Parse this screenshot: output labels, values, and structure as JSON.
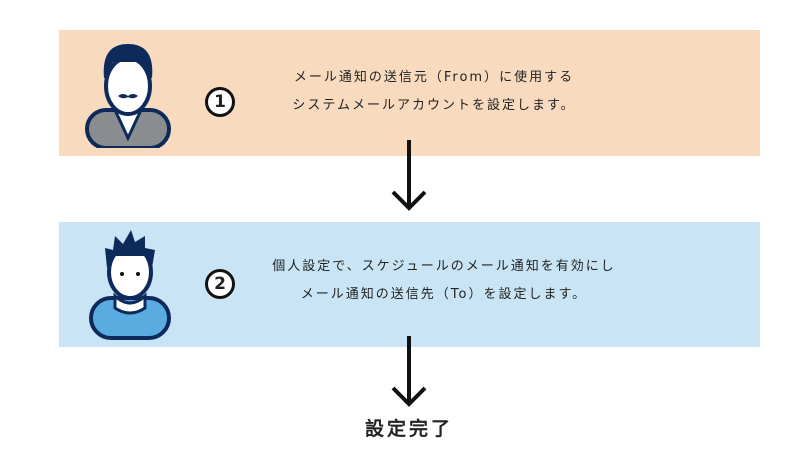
{
  "steps": [
    {
      "number": "1",
      "lines": [
        "メール通知の送信元（From）に使用する",
        "システムメールアカウントを設定します。"
      ],
      "color": "#f8dbbf"
    },
    {
      "number": "2",
      "lines": [
        "個人設定で、スケジュールのメール通知を有効にし",
        "メール通知の送信先（To）を設定します。"
      ],
      "color": "#c9e5f5"
    }
  ],
  "done_label": "設定完了"
}
